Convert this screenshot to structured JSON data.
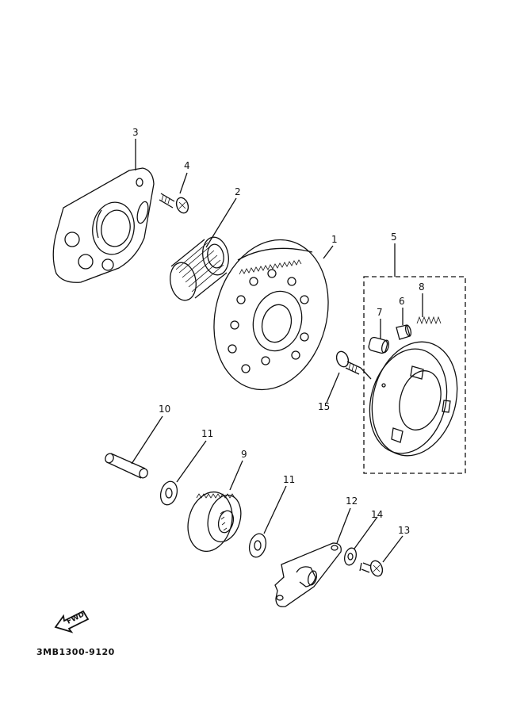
{
  "diagram": {
    "code": "3MB1300-9120",
    "fwd_label": "FWD",
    "callouts": [
      {
        "id": "c1",
        "text": "1"
      },
      {
        "id": "c2",
        "text": "2"
      },
      {
        "id": "c3",
        "text": "3"
      },
      {
        "id": "c4",
        "text": "4"
      },
      {
        "id": "c5",
        "text": "5"
      },
      {
        "id": "c6",
        "text": "6"
      },
      {
        "id": "c7",
        "text": "7"
      },
      {
        "id": "c8",
        "text": "8"
      },
      {
        "id": "c9",
        "text": "9"
      },
      {
        "id": "c10",
        "text": "10"
      },
      {
        "id": "c11a",
        "text": "11"
      },
      {
        "id": "c11b",
        "text": "11"
      },
      {
        "id": "c12",
        "text": "12"
      },
      {
        "id": "c13",
        "text": "13"
      },
      {
        "id": "c14",
        "text": "14"
      },
      {
        "id": "c15",
        "text": "15"
      }
    ]
  }
}
